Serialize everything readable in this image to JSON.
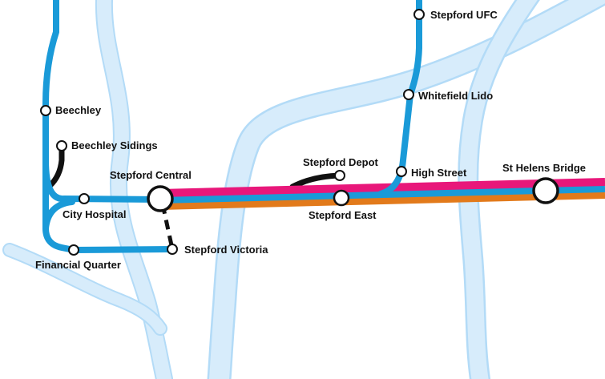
{
  "map": {
    "colors": {
      "background": "#ffffff",
      "water_fill": "#d7ecfb",
      "water_edge": "#b3dbf7",
      "blue_line": "#1a9ad8",
      "pink_line": "#e8177a",
      "orange_line": "#e27a1b",
      "spur_line": "#111111",
      "station_fill": "#ffffff",
      "station_stroke": "#111111"
    },
    "stations": {
      "stepford_ufc": "Stepford UFC",
      "whitefield_lido": "Whitefield Lido",
      "beechley": "Beechley",
      "beechley_sidings": "Beechley Sidings",
      "stepford_central": "Stepford Central",
      "stepford_depot": "Stepford Depot",
      "high_street": "High Street",
      "st_helens_bridge": "St Helens Bridge",
      "city_hospital": "City Hospital",
      "stepford_east": "Stepford East",
      "financial_quarter": "Financial Quarter",
      "stepford_victoria": "Stepford Victoria"
    }
  }
}
